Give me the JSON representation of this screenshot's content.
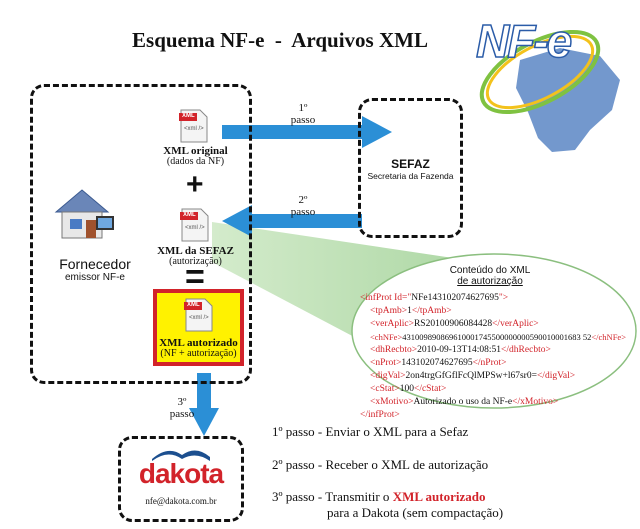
{
  "title": "Esquema NF-e  -  Arquivos XML",
  "logo_nfe": "NF-e",
  "file_icon_tag": "XML",
  "file_icon_code": "<xml />",
  "docs": {
    "original": {
      "title": "XML original",
      "sub": "(dados da NF)"
    },
    "sefaz": {
      "title": "XML da SEFAZ",
      "sub": "(autorização)"
    },
    "autorizado": {
      "title": "XML autorizado",
      "sub": "(NF + autorização)"
    }
  },
  "plus": "+",
  "equals": "=",
  "fornecedor": {
    "name": "Fornecedor",
    "sub": "emissor NF-e"
  },
  "sefaz": {
    "name": "SEFAZ",
    "sub": "Secretaria da Fazenda"
  },
  "steps_arrows": {
    "s1": {
      "num": "1º",
      "word": "passo"
    },
    "s2": {
      "num": "2º",
      "word": "passo"
    },
    "s3": {
      "num": "3º",
      "word": "passo"
    }
  },
  "xml_content": {
    "heading1": "Conteúdo do XML",
    "heading2": "de autorização",
    "lines": [
      {
        "open": "<infProt Id=\"",
        "text": "NFe143102074627695",
        "close": "\">"
      },
      {
        "open": "<tpAmb>",
        "text": "1",
        "close": "</tpAmb>"
      },
      {
        "open": "<verAplic>",
        "text": "RS20100906084428",
        "close": "</verAplic>"
      },
      {
        "open": "<chNFe>",
        "text": "431009890869610001745500000000590010001683 52",
        "close": "</chNFe>"
      },
      {
        "open": "<dhRecbto>",
        "text": "2010-09-13T14:08:51",
        "close": "</dhRecbto>"
      },
      {
        "open": "<nProt>",
        "text": "143102074627695",
        "close": "</nProt>"
      },
      {
        "open": "<digVal>",
        "text": "2on4trgGfGflFcQlMPSw+l67sr0=",
        "close": "</digVal>"
      },
      {
        "open": "<cStat>",
        "text": "100",
        "close": "</cStat>"
      },
      {
        "open": "<xMotivo>",
        "text": "Autorizado o uso da NF-e",
        "close": "</xMotivo>"
      },
      {
        "open": "</infProt>",
        "text": "",
        "close": ""
      }
    ]
  },
  "dakota": {
    "logo": "dakota",
    "email": "nfe@dakota.com.br"
  },
  "step_list": {
    "s1_num": "1º",
    "s1_text": " passo - Enviar o XML para a Sefaz",
    "s2_num": "2º",
    "s2_text": " passo - Receber o XML de autorização",
    "s3_num": "3º",
    "s3_text": " passo - Transmitir o ",
    "s3_highlight": "XML autorizado",
    "s3_line2": "para a Dakota (sem compactação)"
  },
  "colors": {
    "arrow": "#2b8fd6",
    "accent_red": "#d2232a",
    "highlight_bg": "#fff200",
    "highlight_border": "#d2232a",
    "cone": "#a8d8a0"
  }
}
